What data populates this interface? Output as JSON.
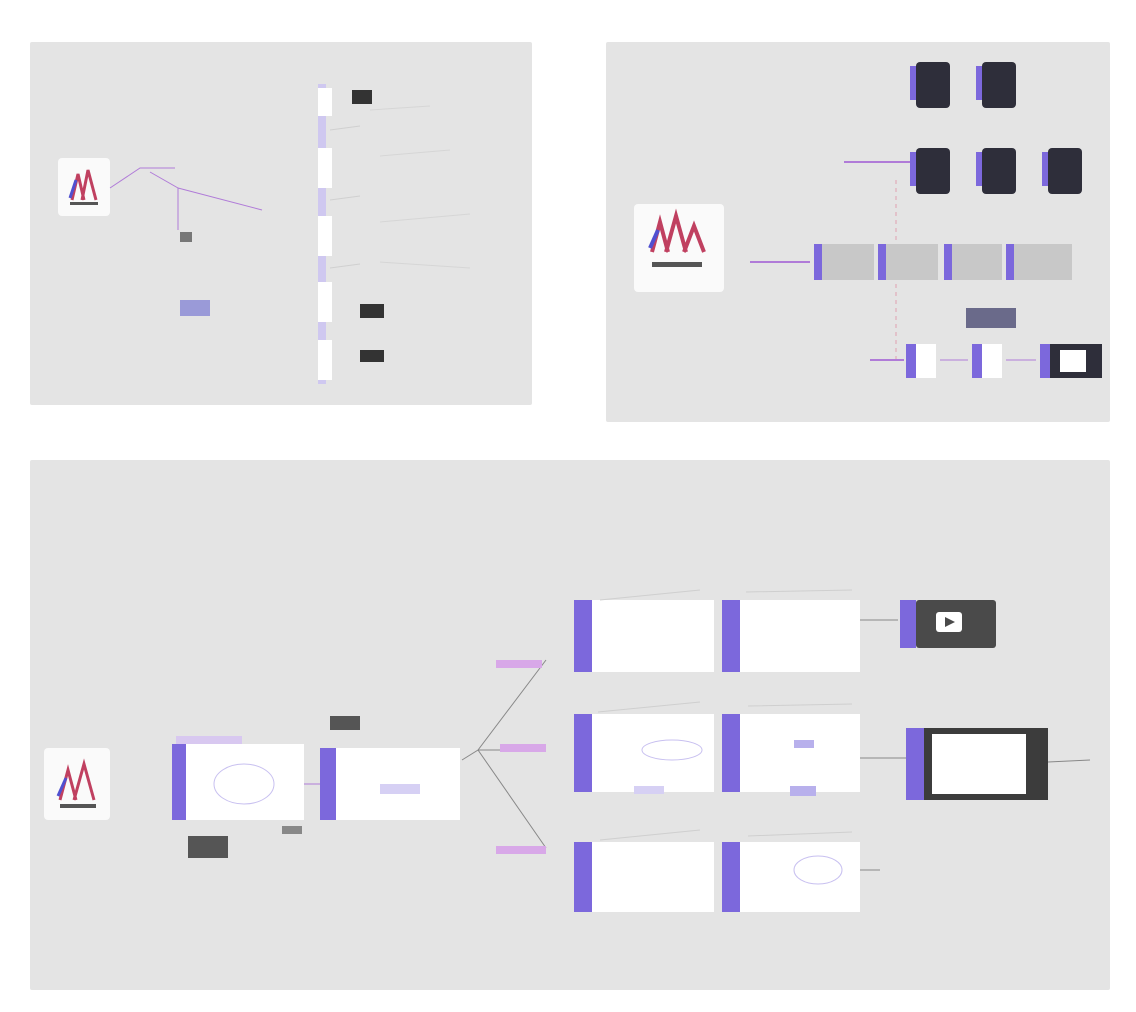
{
  "panels": [
    {
      "id": "top-left",
      "label": ""
    },
    {
      "id": "top-right",
      "label": ""
    },
    {
      "id": "bottom",
      "label": ""
    }
  ],
  "colors": {
    "panel_bg": "#e4e4e4",
    "node_accent": "#8a6fe0",
    "edge": "#b07bd8",
    "node_body": "#ffffff",
    "dark_node": "#3c3c3c"
  },
  "icons": [
    "app-logo-icon",
    "gpu-card-icon",
    "play-icon"
  ]
}
